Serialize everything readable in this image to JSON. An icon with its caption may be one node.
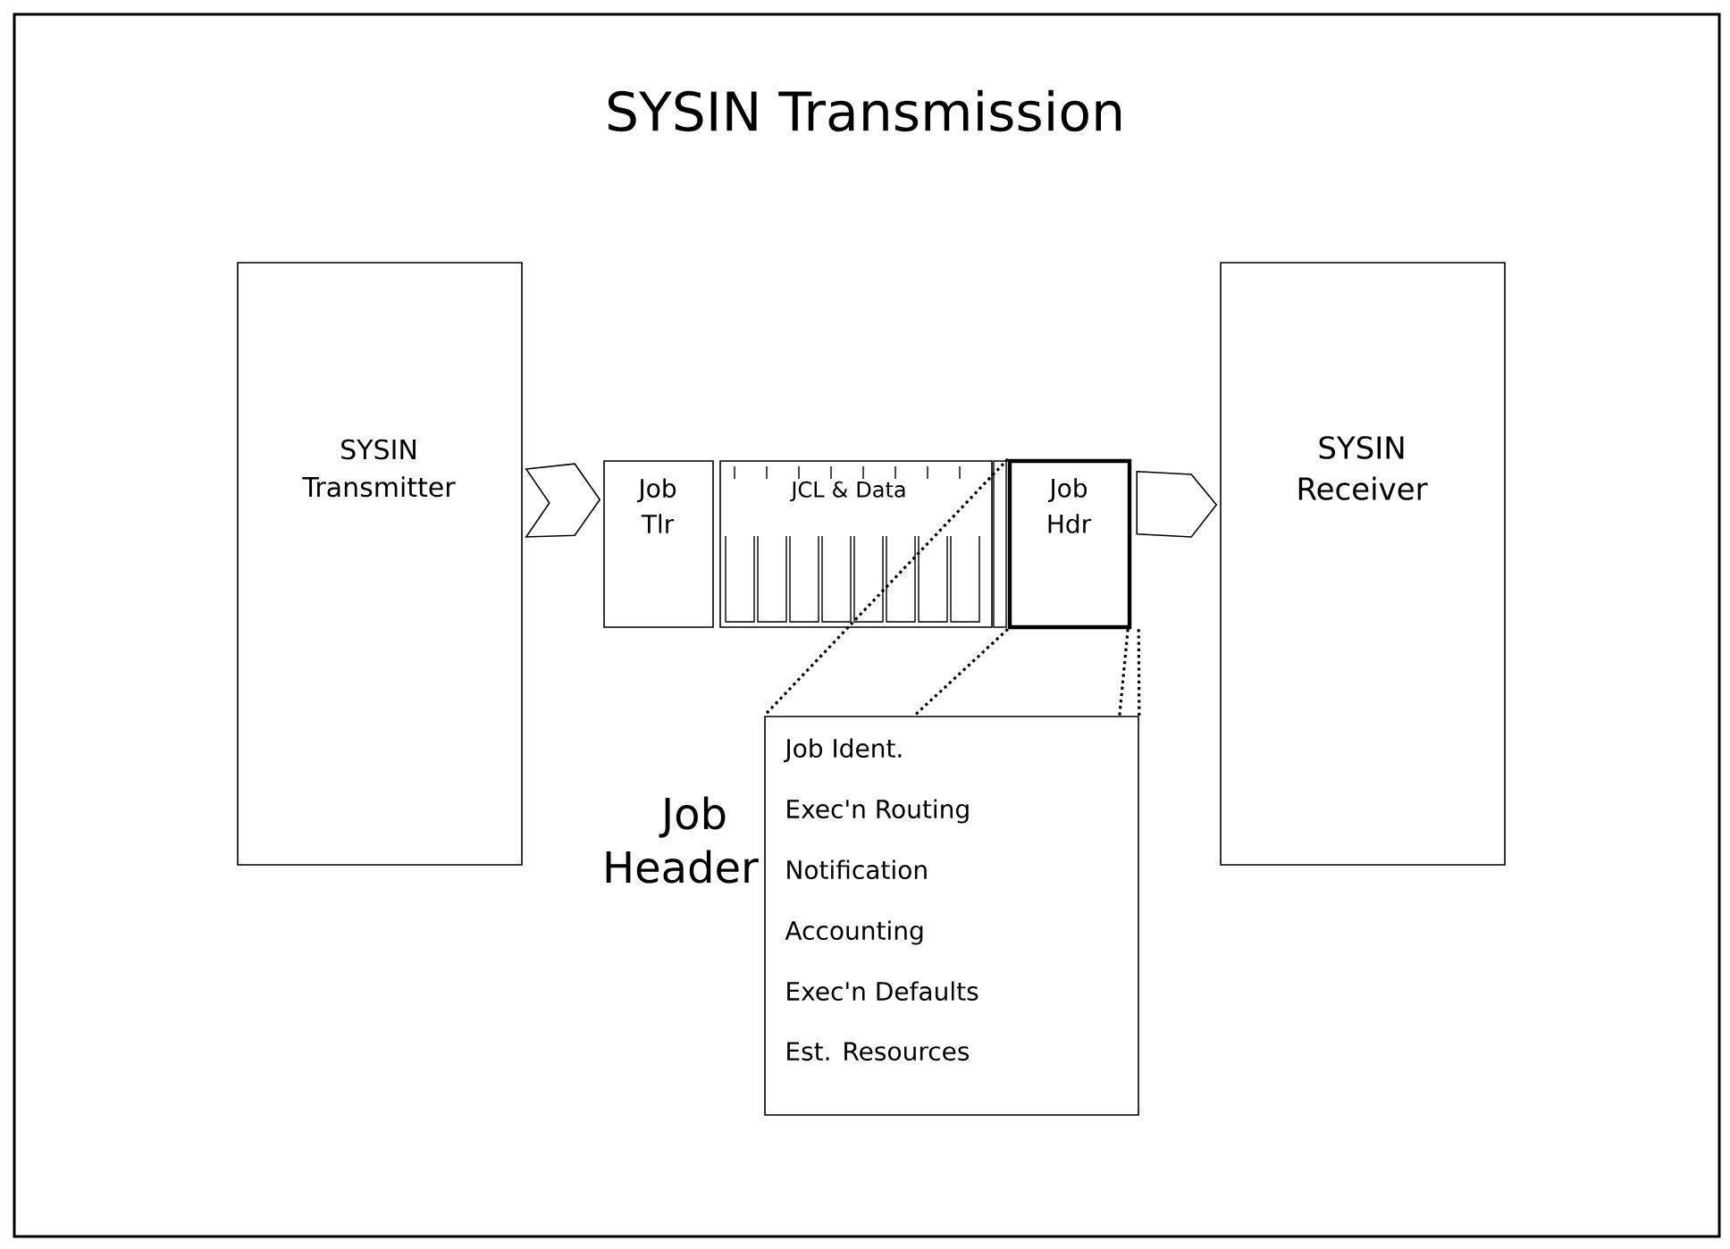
{
  "diagram": {
    "title": "SYSIN Transmission",
    "nodes": [
      {
        "text": [
          "SYSIN Transmitter"
        ]
      },
      {
        "text": [
          "Job Tlr"
        ]
      },
      {
        "text": [
          "JCL & Data"
        ]
      },
      {
        "text": [
          "Job Hdr"
        ]
      },
      {
        "text": [
          "SYSIN Receiver"
        ]
      },
      {
        "text": [
          "Job Ident.",
          "Exec'n Routing",
          "Notification",
          "Accounting",
          "Exec'n Defaults",
          "Est. Resources"
        ]
      }
    ],
    "edges": [
      {
        "from": 0,
        "to": 1,
        "arrow": "to"
      },
      {
        "from": 3,
        "to": 4,
        "arrow": "to"
      },
      {
        "from": 3,
        "to": 5,
        "arrow": "none",
        "style": "dashed"
      },
      {
        "from": 3,
        "to": 5,
        "arrow": "none",
        "style": "dashed"
      },
      {
        "from": 3,
        "to": 5,
        "arrow": "none",
        "style": "dashed"
      },
      {
        "from": 3,
        "to": 5,
        "arrow": "none",
        "style": "dashed"
      }
    ],
    "labels": [
      "Job Header"
    ]
  }
}
